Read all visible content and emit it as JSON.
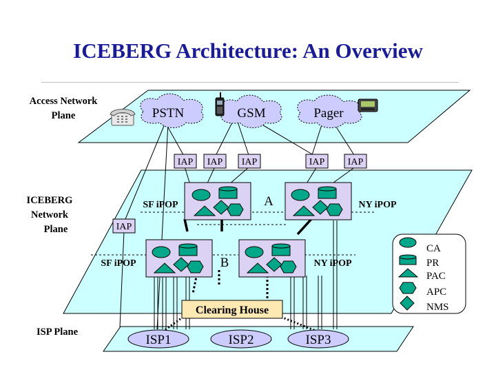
{
  "title": "ICEBERG Architecture: An Overview",
  "planes": {
    "access": "Access Network Plane",
    "access_l1": "Access Network",
    "access_l2": "Plane",
    "iceberg_l1": "ICEBERG",
    "iceberg_l2": "Network",
    "iceberg_l3": "Plane",
    "isp": "ISP Plane"
  },
  "access_nets": {
    "pstn": "PSTN",
    "gsm": "GSM",
    "pager": "Pager"
  },
  "iap_label": "IAP",
  "ipops": {
    "sf_a": "SF iPOP",
    "ny_a": "NY iPOP",
    "sf_b": "SF iPOP",
    "ny_b": "NY iPOP",
    "cluster_a": "A",
    "cluster_b": "B"
  },
  "clearing_house": "Clearing House",
  "isps": [
    "ISP1",
    "ISP2",
    "ISP3"
  ],
  "legend": [
    "CA",
    "PR",
    "PAC",
    "APC",
    "NMS"
  ],
  "colors": {
    "plane_fill": "#ccffff",
    "box_fill": "#dcd2f3",
    "shape_fill": "#00a889",
    "clearing_fill": "#ffe9b3",
    "title": "#1a1a9c"
  },
  "icons": [
    "telephone-icon",
    "cellphone-icon",
    "pager-icon"
  ]
}
